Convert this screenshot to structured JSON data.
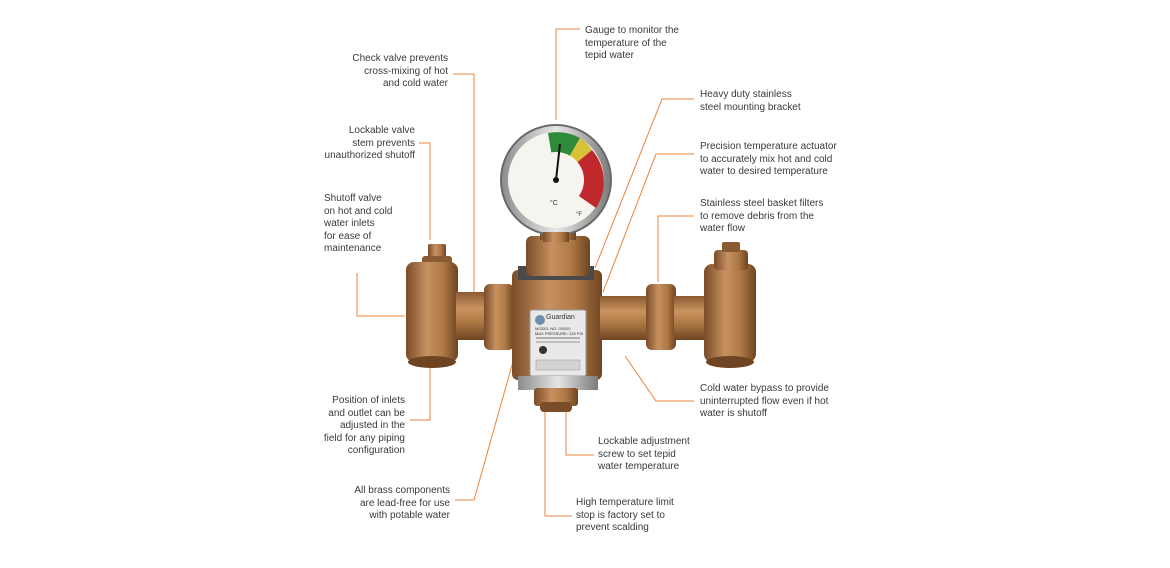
{
  "labels": {
    "gauge": "Gauge to monitor the\ntemperature of the\ntepid water",
    "check_valve": "Check valve prevents\ncross-mixing of hot\nand cold water",
    "mounting_bracket": "Heavy duty stainless\nsteel mounting bracket",
    "lockable_stem": "Lockable valve\nstem prevents\nunauthorized shutoff",
    "actuator": "Precision temperature actuator\nto accurately mix hot and cold\nwater to desired temperature",
    "shutoff": "Shutoff valve\non hot and cold\nwater inlets\nfor ease of\nmaintenance",
    "filters": "Stainless steel basket filters\nto remove debris from the\nwater flow",
    "inlets": "Position of inlets\nand outlet can be\nadjusted in the\nfield for any piping\nconfiguration",
    "bypass": "Cold water bypass to provide\nuninterrupted flow even if hot\nwater is shutoff",
    "adjustment_screw": "Lockable adjustment\nscrew to set tepid\nwater temperature",
    "lead_free": "All brass components\nare lead-free for use\nwith potable water",
    "high_limit": "High temperature limit\nstop is factory set to\nprevent scalding"
  },
  "device": {
    "brand": "Guardian",
    "nameplate_model": "MODEL NO. G6020",
    "nameplate_pressure": "MAX PRESSURE: 125 PSI",
    "gauge_unit_c": "°C",
    "gauge_unit_f": "°F"
  },
  "colors": {
    "leader_line": "#e8843c",
    "brass": "#b07a46",
    "gauge_green": "#2e8b3a",
    "gauge_yellow": "#d8c23a",
    "gauge_red": "#c0282c"
  }
}
